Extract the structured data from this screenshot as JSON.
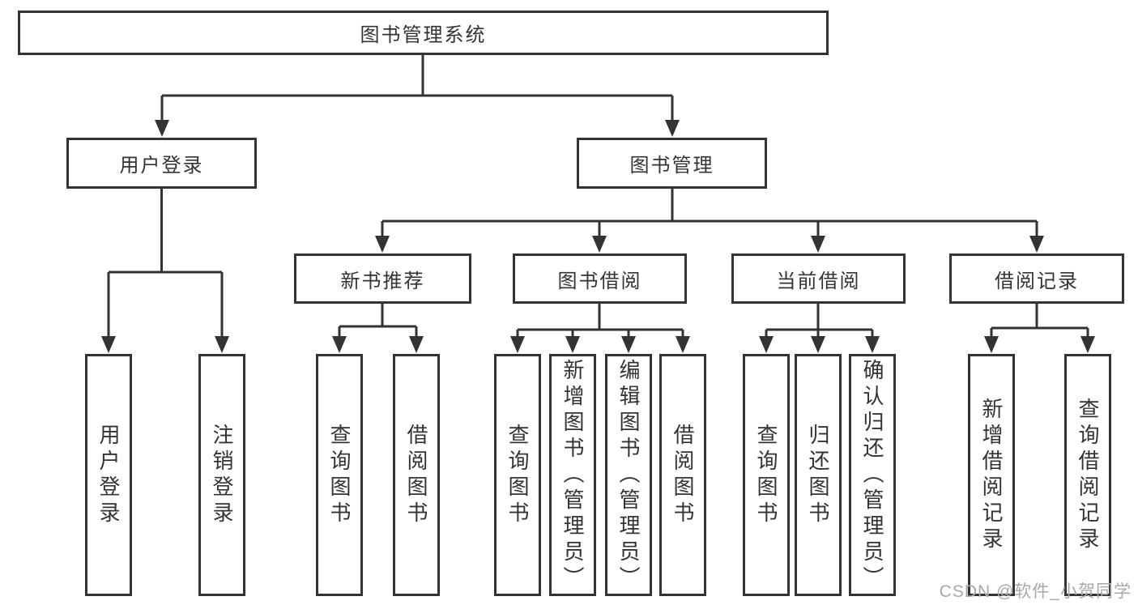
{
  "tree": {
    "root": {
      "label": "图书管理系统"
    },
    "branches": [
      {
        "label": "用户登录",
        "children": [
          {
            "label": "用户登录"
          },
          {
            "label": "注销登录"
          }
        ]
      },
      {
        "label": "图书管理",
        "children": [
          {
            "label": "新书推荐",
            "children": [
              {
                "label": "查询图书"
              },
              {
                "label": "借阅图书"
              }
            ]
          },
          {
            "label": "图书借阅",
            "children": [
              {
                "label": "查询图书"
              },
              {
                "label": "新增图书（管理员）"
              },
              {
                "label": "编辑图书（管理员）"
              },
              {
                "label": "借阅图书"
              }
            ]
          },
          {
            "label": "当前借阅",
            "children": [
              {
                "label": "查询图书"
              },
              {
                "label": "归还图书"
              },
              {
                "label": "确认归还（管理员）"
              }
            ]
          },
          {
            "label": "借阅记录",
            "children": [
              {
                "label": "新增借阅记录"
              },
              {
                "label": "查询借阅记录"
              }
            ]
          }
        ]
      }
    ]
  },
  "watermark": {
    "text": "CSDN @软件_小贺同学"
  },
  "colors": {
    "line": "#333333",
    "box_border": "#333333",
    "text": "#333333",
    "background": "#ffffff",
    "watermark": "#a8a8a8"
  }
}
